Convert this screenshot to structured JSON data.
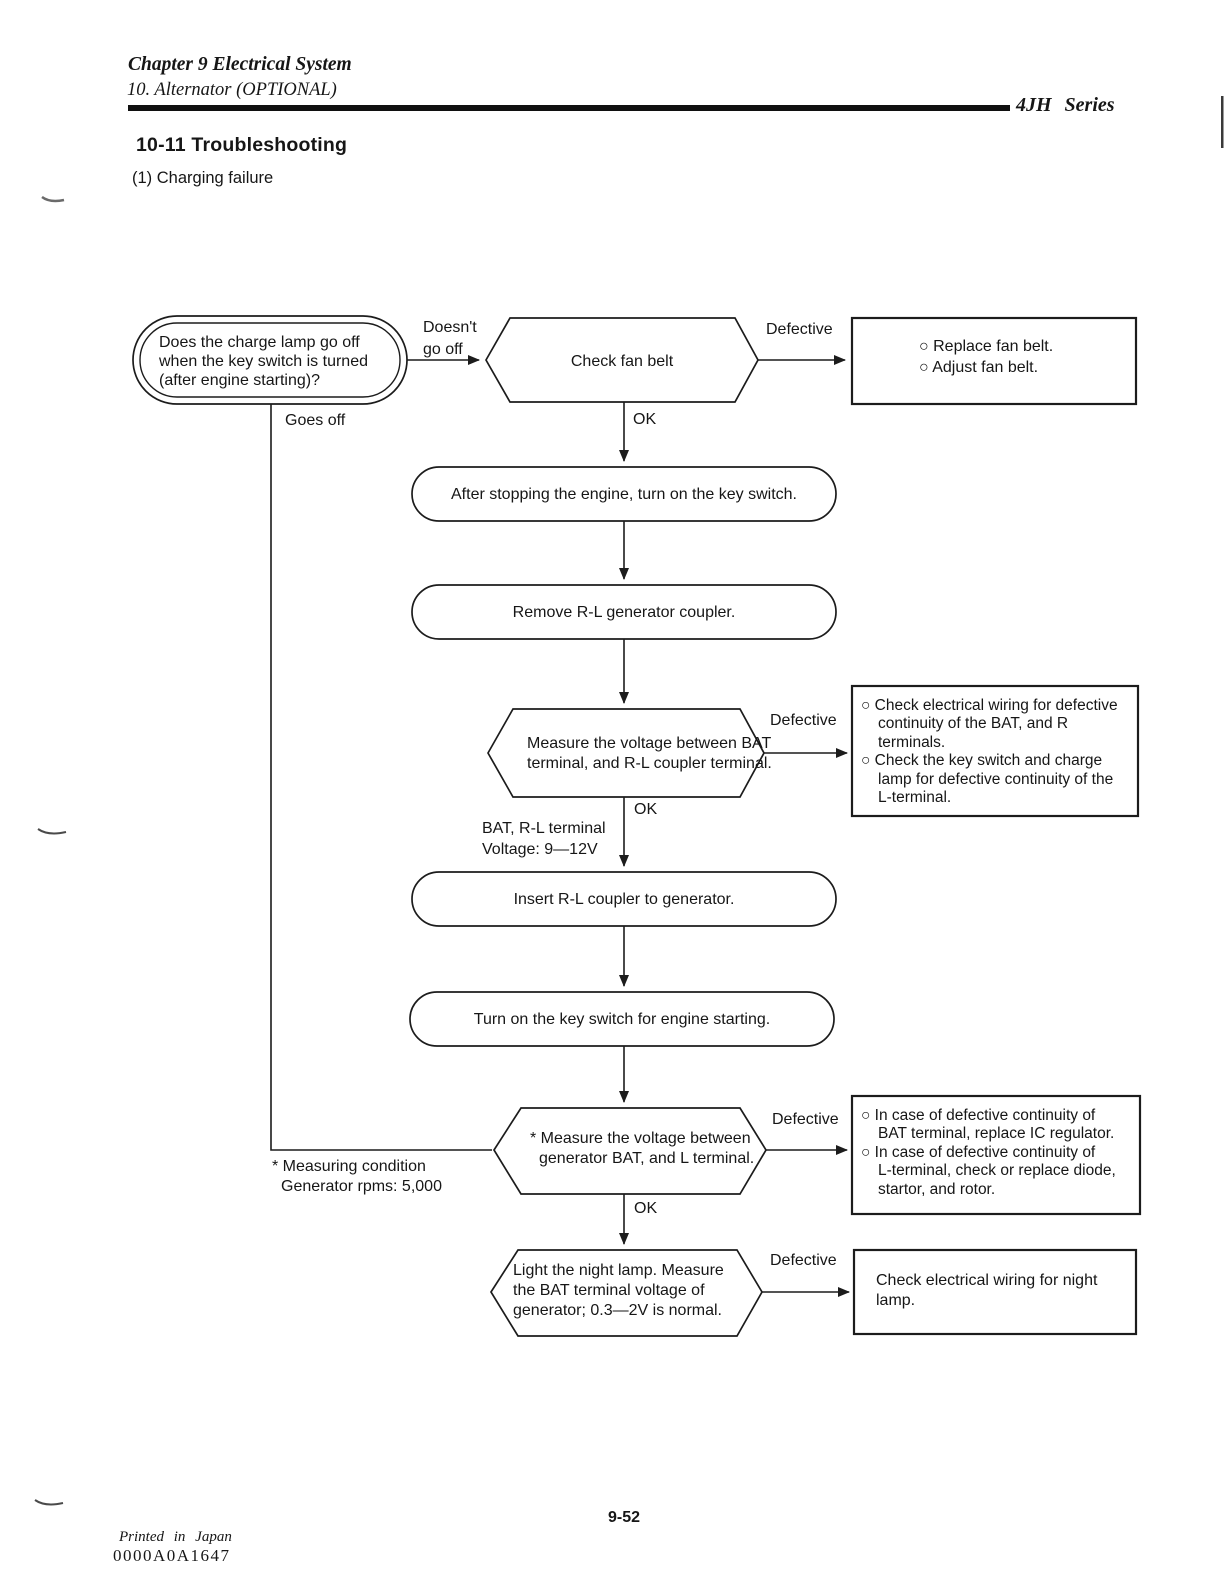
{
  "page": {
    "header": {
      "chapter": "Chapter 9 Electrical System",
      "section": "10. Alternator (OPTIONAL)",
      "series": "4JH Series"
    },
    "section": {
      "title": "10-11 Troubleshooting",
      "subtitle": "(1) Charging failure"
    },
    "flowchart": {
      "start": {
        "lines": [
          "Does the charge lamp go off",
          "when the key switch is turned",
          "(after engine starting)?"
        ]
      },
      "labels": {
        "doesnt_go_off_line1": "Doesn't",
        "doesnt_go_off_line2": "go off",
        "goes_off": "Goes off",
        "ok": "OK",
        "defective": "Defective"
      },
      "decision_fan_belt": {
        "label": "Check fan belt"
      },
      "action_fan_belt": {
        "lines": [
          "○ Replace fan belt.",
          "○ Adjust fan belt."
        ]
      },
      "process_stop_engine": {
        "label": "After stopping the engine, turn on the key switch."
      },
      "process_remove_coupler": {
        "label": "Remove R-L generator coupler."
      },
      "decision_bat_rl": {
        "lines": [
          "Measure the voltage between BAT",
          "terminal, and R-L coupler terminal."
        ]
      },
      "action_bat_rl": {
        "lines": [
          "○ Check electrical wiring for defective",
          "continuity of the BAT, and R",
          "terminals.",
          "○ Check the key switch and charge",
          "lamp for defective continuity of the",
          "L-terminal."
        ]
      },
      "note_bat_rl": {
        "lines": [
          "BAT, R-L terminal",
          "Voltage: 9—12V"
        ]
      },
      "process_insert_coupler": {
        "label": "Insert R-L coupler to generator."
      },
      "process_key_switch": {
        "label": "Turn on the key switch for engine starting."
      },
      "decision_bat_l": {
        "lines": [
          "* Measure the voltage between",
          "generator BAT, and L terminal."
        ]
      },
      "note_measuring": {
        "lines": [
          "* Measuring condition",
          "Generator rpms: 5,000"
        ]
      },
      "action_bat_l": {
        "lines": [
          "○ In case of defective continuity of",
          "BAT terminal, replace IC regulator.",
          "○ In case of defective continuity of",
          "L-terminal, check or replace diode,",
          "startor, and rotor."
        ]
      },
      "decision_night_lamp": {
        "lines": [
          "Light the night lamp. Measure",
          "the BAT terminal voltage of",
          "generator; 0.3—2V is normal."
        ]
      },
      "action_night_lamp": {
        "lines": [
          "Check electrical wiring for night",
          "lamp."
        ]
      }
    },
    "footer": {
      "page_number": "9-52",
      "printed": "Printed in Japan",
      "code": "0000A0A1647"
    }
  }
}
